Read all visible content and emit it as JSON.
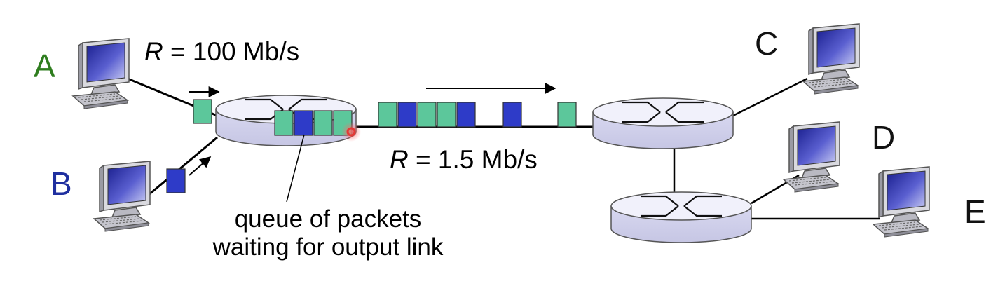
{
  "hosts": {
    "A": {
      "label": "A",
      "color": "#2e7d1e"
    },
    "B": {
      "label": "B",
      "color": "#1f2f9f"
    },
    "C": {
      "label": "C",
      "color": "#111111"
    },
    "D": {
      "label": "D",
      "color": "#111111"
    },
    "E": {
      "label": "E",
      "color": "#111111"
    }
  },
  "access_link": {
    "var": "R",
    "rest": " = 100 Mb/s"
  },
  "bottleneck_link": {
    "var": "R",
    "rest": " = 1.5 Mb/s"
  },
  "queue_caption": {
    "line1": "queue of packets",
    "line2": "waiting for output link"
  },
  "colors": {
    "packet_green": "#5cc79b",
    "packet_blue": "#2e3bc8",
    "router_fill": "#e4e4f6",
    "router_top": "#f1f1fb",
    "monitor_screen": "#3d3ab0",
    "highlight": "#e53935"
  },
  "packets": {
    "queue": [
      "green",
      "blue",
      "green",
      "green"
    ],
    "link": [
      "green",
      "blue",
      "green",
      "green",
      "blue",
      "blue",
      "green"
    ],
    "incoming_A": "green",
    "incoming_B": "blue"
  }
}
